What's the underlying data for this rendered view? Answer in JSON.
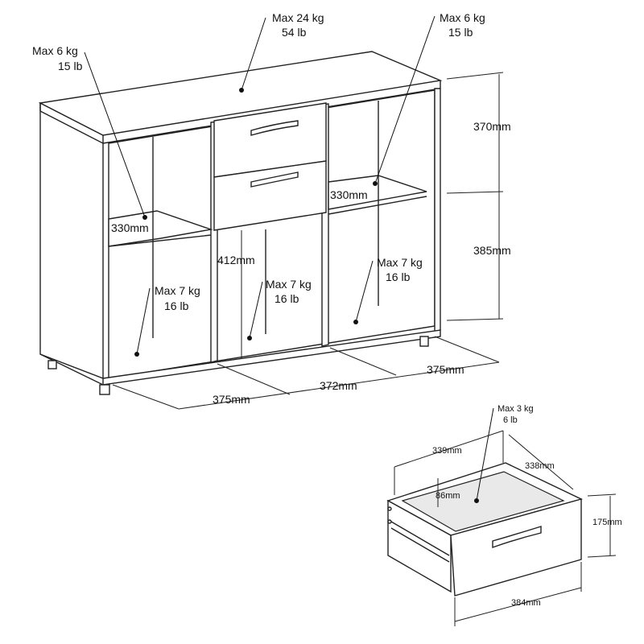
{
  "cabinet": {
    "top_load": {
      "line1": "Max 24 kg",
      "line2": "54 lb"
    },
    "left_shelf_load": {
      "line1": "Max 6 kg",
      "line2": "15 lb"
    },
    "right_shelf_load": {
      "line1": "Max 6 kg",
      "line2": "15 lb"
    },
    "left_bottom_load": {
      "line1": "Max 7 kg",
      "line2": "16 lb"
    },
    "center_bottom_load": {
      "line1": "Max 7 kg",
      "line2": "16 lb"
    },
    "right_bottom_load": {
      "line1": "Max 7 kg",
      "line2": "16 lb"
    },
    "left_shelf_depth": "330mm",
    "right_shelf_depth": "330mm",
    "center_height": "412mm",
    "upper_height": "370mm",
    "lower_height": "385mm",
    "left_width": "375mm",
    "center_width": "372mm",
    "right_width": "375mm"
  },
  "drawer": {
    "load": {
      "line1": "Max 3 kg",
      "line2": "6 lb"
    },
    "width": "339mm",
    "depth": "338mm",
    "inner_height": "86mm",
    "front_height": "175mm",
    "front_width": "384mm"
  }
}
